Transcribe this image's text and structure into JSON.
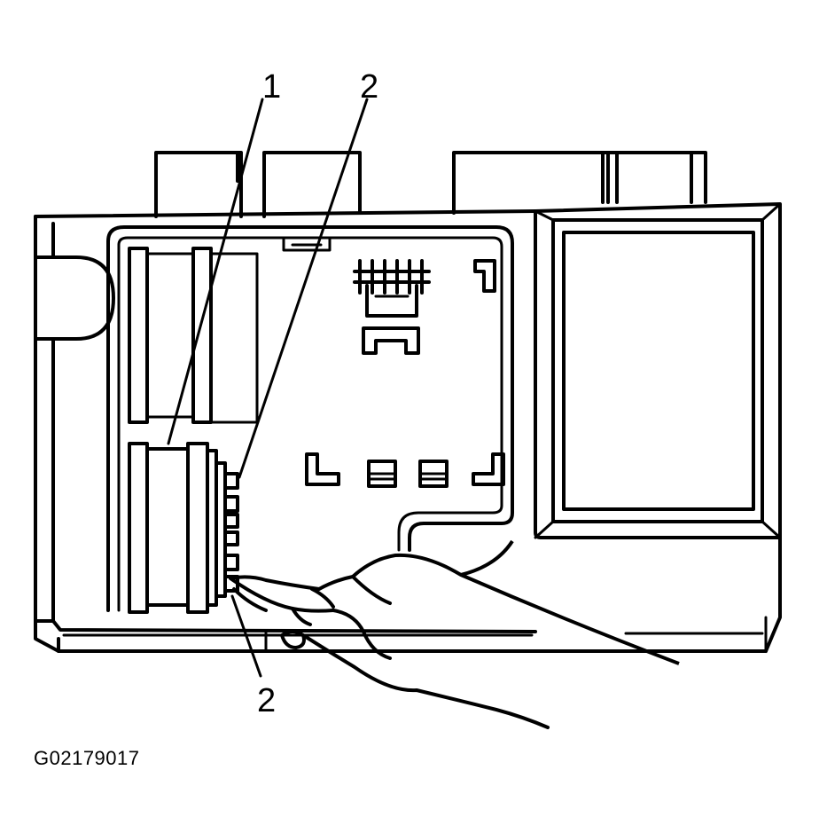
{
  "callouts": {
    "label_1": "1",
    "label_2_top": "2",
    "label_2_bottom": "2"
  },
  "figure_id": "G02179017"
}
